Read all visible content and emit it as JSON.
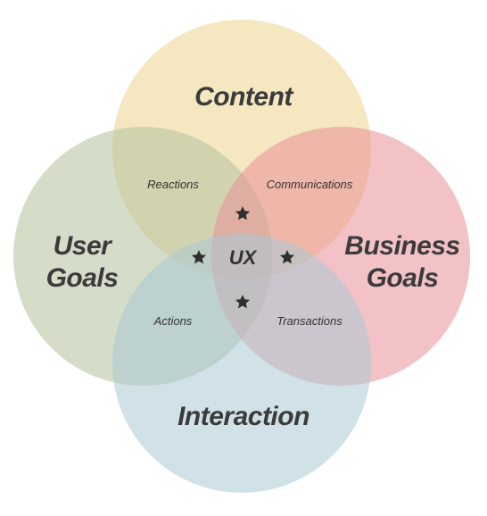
{
  "diagram": {
    "circles": {
      "content": {
        "label": "Content",
        "color": "#ecd38c"
      },
      "user_goals": {
        "label_line1": "User",
        "label_line2": "Goals",
        "color": "#b9c7a4"
      },
      "business_goals": {
        "label_line1": "Business",
        "label_line2": "Goals",
        "color": "#ea8f98"
      },
      "interaction": {
        "label": "Interaction",
        "color": "#a9c9d6"
      }
    },
    "overlaps": {
      "reactions": "Reactions",
      "communications": "Communications",
      "actions": "Actions",
      "transactions": "Transactions"
    },
    "center": {
      "label": "UX",
      "marker_icon": "star-icon"
    }
  }
}
